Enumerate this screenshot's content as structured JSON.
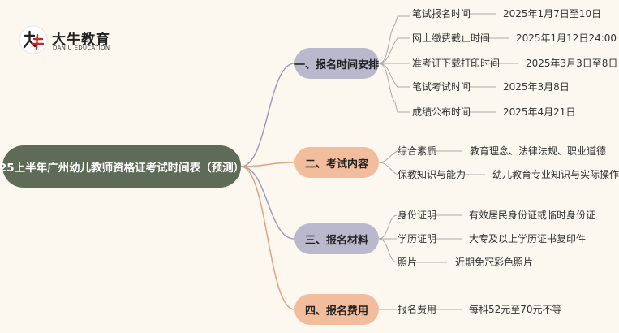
{
  "logo": {
    "name": "大牛教育",
    "subtitle": "DANIU EDUCATION"
  },
  "root": {
    "title": "25上半年广州幼儿教师资格证考试时间表（预测）"
  },
  "branches": [
    {
      "label": "一、报名时间安排",
      "items": [
        {
          "label": "笔试报名时间",
          "value": "2025年1月7日至10日"
        },
        {
          "label": "网上缴费截止时间",
          "value": "2025年1月12日24:00"
        },
        {
          "label": "准考证下载打印时间",
          "value": "2025年3月3日至8日"
        },
        {
          "label": "笔试考试时间",
          "value": "2025年3月8日"
        },
        {
          "label": "成绩公布时间",
          "value": "2025年4月21日"
        }
      ]
    },
    {
      "label": "二、考试内容",
      "items": [
        {
          "label": "综合素质",
          "value": "教育理念、法律法规、职业道德"
        },
        {
          "label": "保教知识与能力",
          "value": "幼儿教育专业知识与实际操作"
        }
      ]
    },
    {
      "label": "三、报名材料",
      "items": [
        {
          "label": "身份证明",
          "value": "有效居民身份证或临时身份证"
        },
        {
          "label": "学历证明",
          "value": "大专及以上学历证书复印件"
        },
        {
          "label": "照片",
          "value": "近期免冠彩色照片"
        }
      ]
    },
    {
      "label": "四、报名费用",
      "items": [
        {
          "label": "报名费用",
          "value": "每科52元至70元不等"
        }
      ]
    }
  ],
  "colors": {
    "background": "#fdf8ef",
    "root": "#5d6b57",
    "branch_purple": "#b9b8cc",
    "branch_orange": "#f2bd9c",
    "connector_purple": "#9f9db5",
    "connector_orange": "#e4a27f",
    "leaf_line": "#aaaaaa"
  }
}
